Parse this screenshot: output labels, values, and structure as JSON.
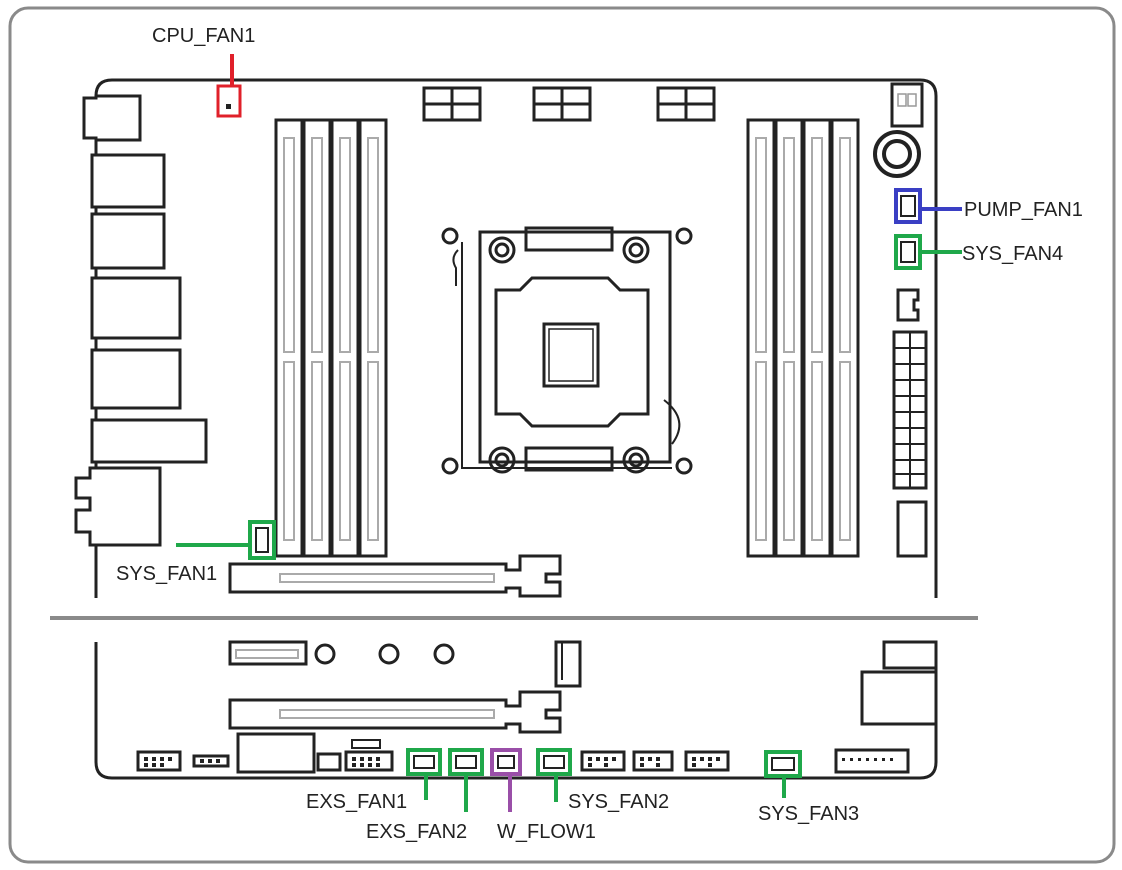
{
  "colors": {
    "cpu_fan": "#e0202a",
    "pump_fan": "#3a3fc4",
    "sys_fan": "#1fa84a",
    "water_flow": "#9a4fa8",
    "outline": "#222222",
    "frame": "#8a8a8a"
  },
  "labels": {
    "cpu_fan1": "CPU_FAN1",
    "pump_fan1": "PUMP_FAN1",
    "sys_fan4": "SYS_FAN4",
    "sys_fan1": "SYS_FAN1",
    "exs_fan1": "EXS_FAN1",
    "exs_fan2": "EXS_FAN2",
    "w_flow1": "W_FLOW1",
    "sys_fan2": "SYS_FAN2",
    "sys_fan3": "SYS_FAN3"
  }
}
